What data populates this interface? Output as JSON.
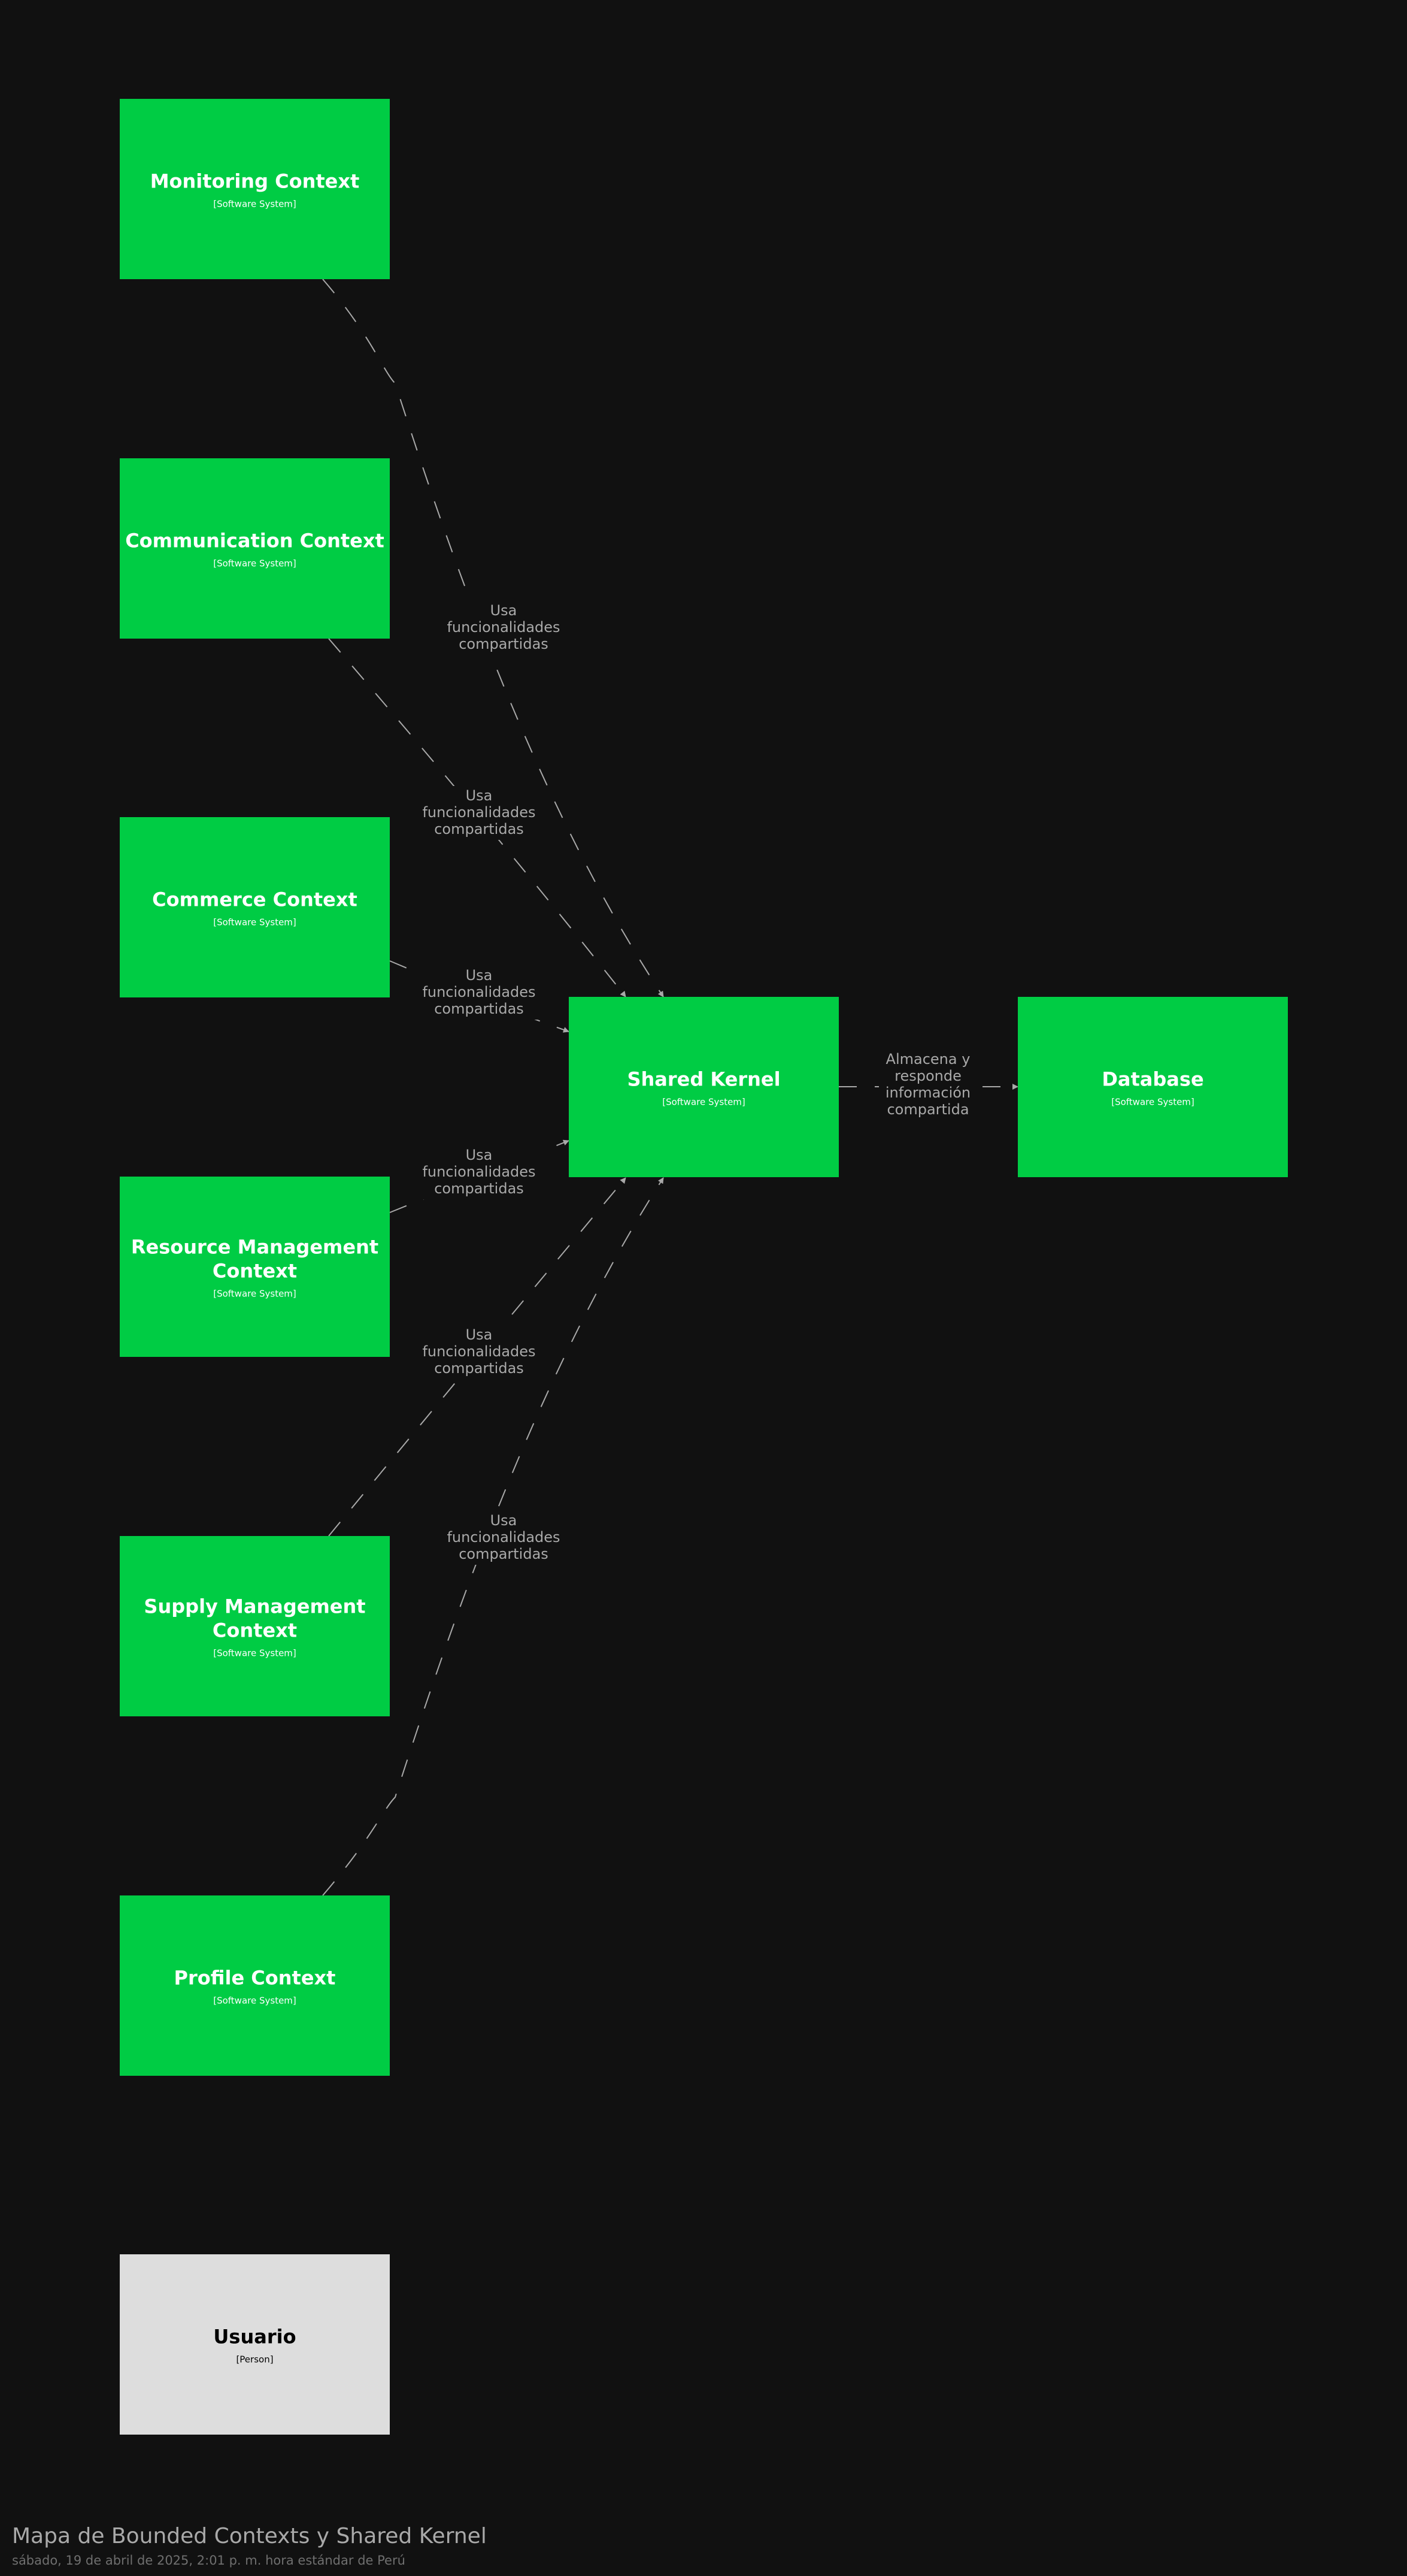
{
  "diagram": {
    "title": "Mapa de Bounded Contexts y Shared Kernel",
    "subtitle": "sábado, 19 de abril de 2025, 2:01 p. m. hora estándar de Perú",
    "colors": {
      "background": "#111111",
      "software_system": "#00cc44",
      "person": "#dddddd",
      "edge": "#a9a9a9"
    },
    "nodes": [
      {
        "id": "monitoring",
        "name": [
          "Monitoring Context"
        ],
        "kind": "[Software System]"
      },
      {
        "id": "communication",
        "name": [
          "Communication Context"
        ],
        "kind": "[Software System]"
      },
      {
        "id": "commerce",
        "name": [
          "Commerce Context"
        ],
        "kind": "[Software System]"
      },
      {
        "id": "resource",
        "name": [
          "Resource Management",
          "Context"
        ],
        "kind": "[Software System]"
      },
      {
        "id": "supply",
        "name": [
          "Supply Management",
          "Context"
        ],
        "kind": "[Software System]"
      },
      {
        "id": "profile",
        "name": [
          "Profile Context"
        ],
        "kind": "[Software System]"
      },
      {
        "id": "usuario",
        "name": [
          "Usuario"
        ],
        "kind": "[Person]"
      },
      {
        "id": "shared",
        "name": [
          "Shared Kernel"
        ],
        "kind": "[Software System]"
      },
      {
        "id": "database",
        "name": [
          "Database"
        ],
        "kind": "[Software System]"
      }
    ],
    "edges": [
      {
        "from": "monitoring",
        "to": "shared",
        "label": [
          "Usa",
          "funcionalidades",
          "compartidas"
        ]
      },
      {
        "from": "communication",
        "to": "shared",
        "label": [
          "Usa",
          "funcionalidades",
          "compartidas"
        ]
      },
      {
        "from": "commerce",
        "to": "shared",
        "label": [
          "Usa",
          "funcionalidades",
          "compartidas"
        ]
      },
      {
        "from": "resource",
        "to": "shared",
        "label": [
          "Usa",
          "funcionalidades",
          "compartidas"
        ]
      },
      {
        "from": "supply",
        "to": "shared",
        "label": [
          "Usa",
          "funcionalidades",
          "compartidas"
        ]
      },
      {
        "from": "profile",
        "to": "shared",
        "label": [
          "Usa",
          "funcionalidades",
          "compartidas"
        ]
      },
      {
        "from": "shared",
        "to": "database",
        "label": [
          "Almacena y",
          "responde",
          "información",
          "compartida"
        ]
      }
    ]
  }
}
